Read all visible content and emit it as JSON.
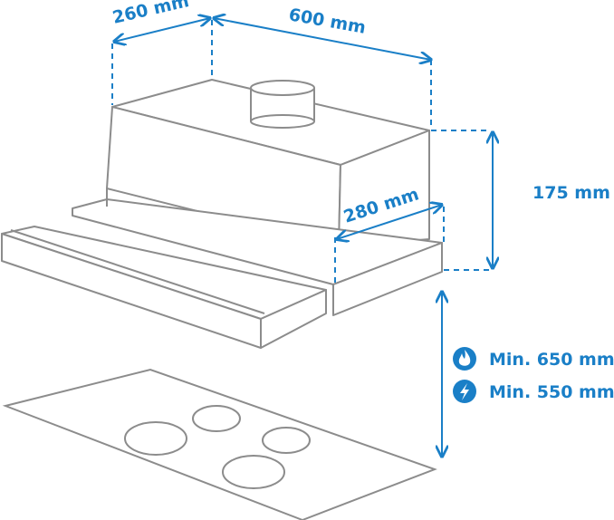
{
  "dimensions": {
    "depth_top": "260 mm",
    "width": "600 mm",
    "height": "175 mm",
    "depth_extended": "280 mm"
  },
  "clearances": {
    "gas": "Min. 650 mm",
    "electric": "Min. 550 mm"
  },
  "icons": {
    "gas": "flame-icon",
    "electric": "lightning-icon"
  },
  "colors": {
    "accent": "#1a7fc7",
    "outline": "#8c8c8c"
  }
}
